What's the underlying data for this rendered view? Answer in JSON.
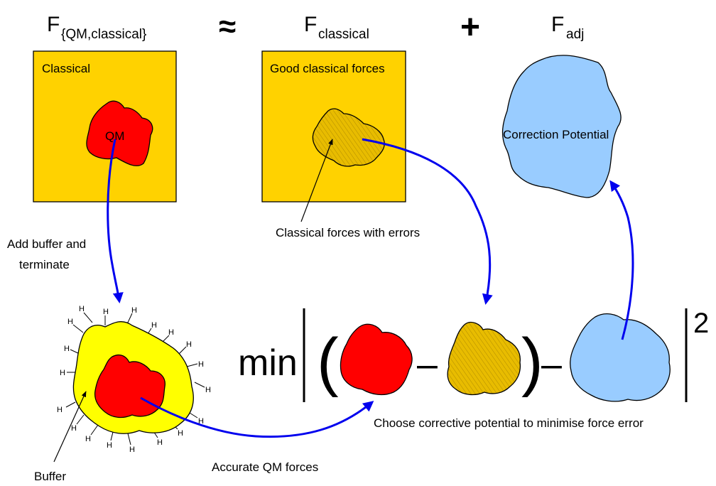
{
  "header": {
    "f_qm_base": "F",
    "f_qm_sub": "{QM,classical}",
    "approx_symbol": "≈",
    "f_classical_base": "F",
    "f_classical_sub": "classical",
    "plus_symbol": "+",
    "f_adj_base": "F",
    "f_adj_sub": "adj"
  },
  "panels": {
    "classical_label": "Classical",
    "qm_label": "QM",
    "good_forces_label": "Good classical forces",
    "correction_label": "Correction Potential"
  },
  "annotations": {
    "errors": "Classical forces with errors",
    "add_buffer_line1": "Add buffer and",
    "add_buffer_line2": "terminate",
    "buffer": "Buffer",
    "accurate_qm": "Accurate QM forces",
    "choose": "Choose corrective potential to minimise force error",
    "hydrogen": "H"
  },
  "equation": {
    "min": "min",
    "lparen": "(",
    "rparen": ")",
    "minus": "–",
    "exponent": "2"
  },
  "colors": {
    "gold": "#ffd200",
    "qm_red": "#ff0000",
    "buffer_yellow": "#ffff00",
    "correction_blue": "#99ccff",
    "hatch_gold": "#e6b800",
    "arrow_blue": "#0000ee"
  }
}
